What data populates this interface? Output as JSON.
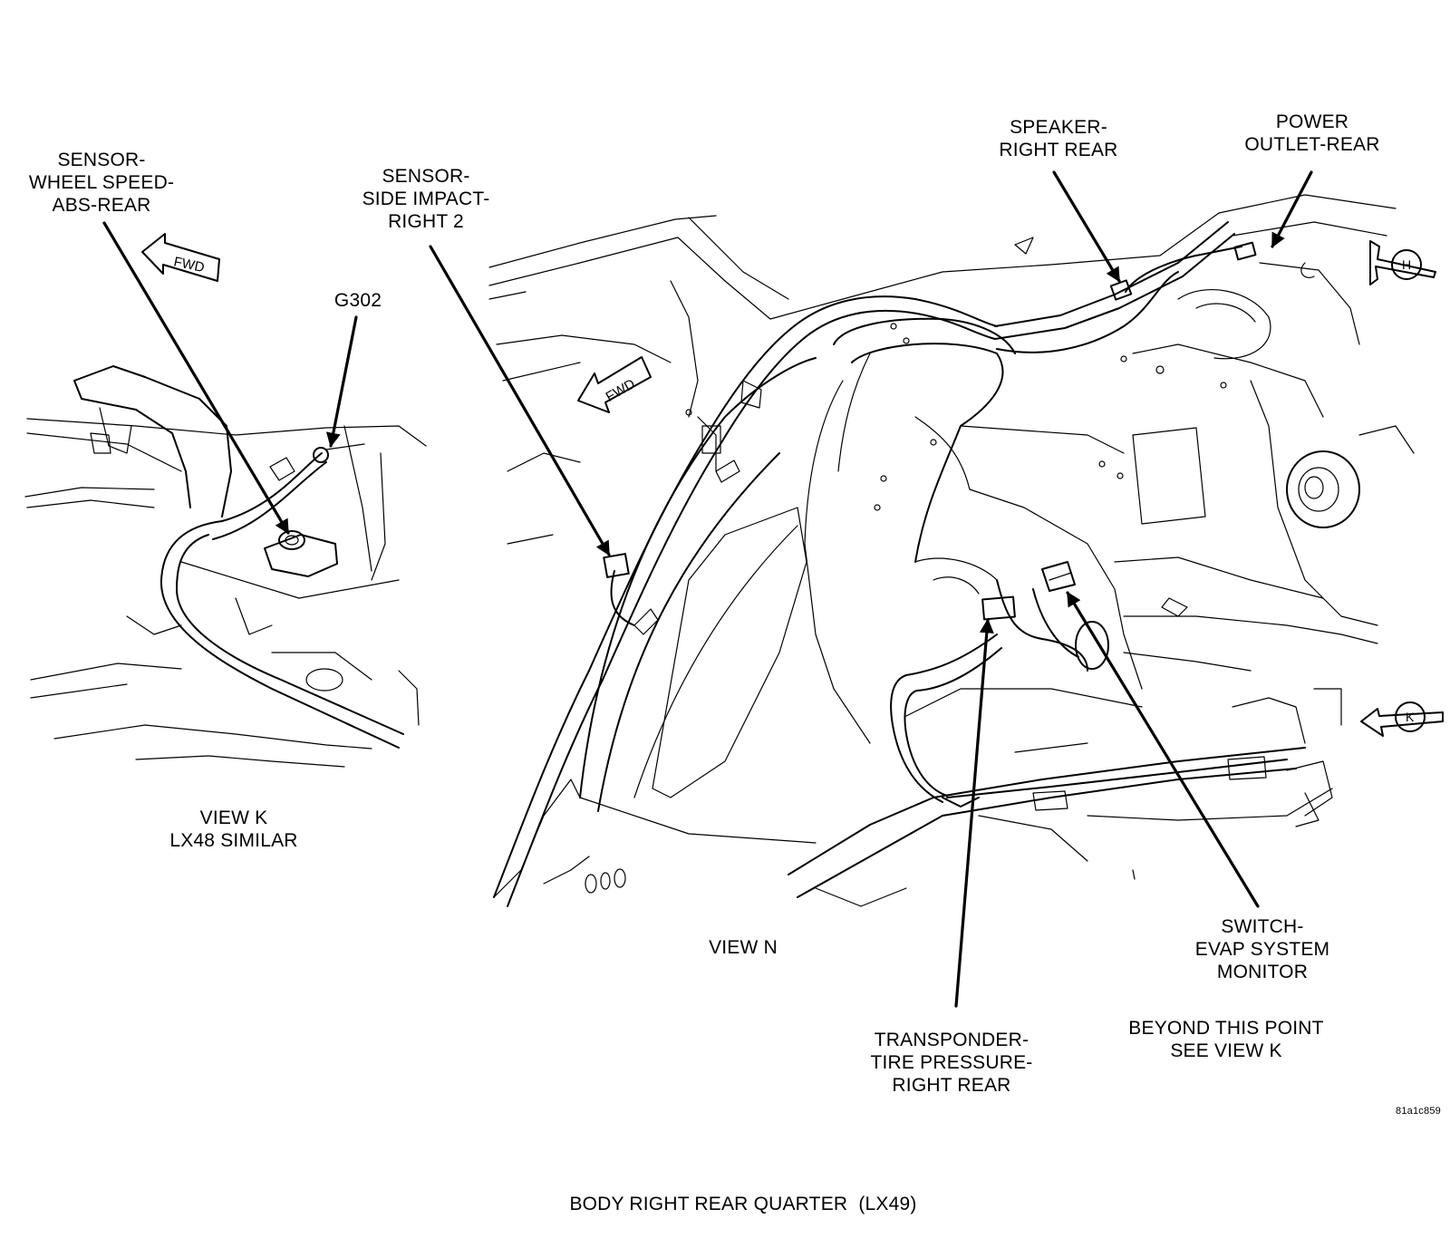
{
  "labels": {
    "sensor_wheel_speed": [
      "SENSOR-",
      "WHEEL SPEED-",
      "ABS-REAR"
    ],
    "sensor_side_impact": [
      "SENSOR-",
      "SIDE IMPACT-",
      "RIGHT 2"
    ],
    "g302": "G302",
    "speaker_right_rear": [
      "SPEAKER-",
      "RIGHT REAR"
    ],
    "power_outlet_rear": [
      "POWER",
      "OUTLET-REAR"
    ],
    "view_k": [
      "VIEW K",
      "LX48 SIMILAR"
    ],
    "view_n": "VIEW N",
    "switch_evap": [
      "SWITCH-",
      "EVAP SYSTEM",
      "MONITOR"
    ],
    "transponder": [
      "TRANSPONDER-",
      "TIRE PRESSURE-",
      "RIGHT REAR"
    ],
    "beyond_point": [
      "BEYOND THIS POINT",
      "SEE VIEW K"
    ],
    "figure_id": "81a1c859",
    "caption": "BODY RIGHT REAR QUARTER  (LX49)"
  },
  "markers": {
    "fwd": "FWD",
    "view_h": "H",
    "view_k_arrow": "K"
  }
}
